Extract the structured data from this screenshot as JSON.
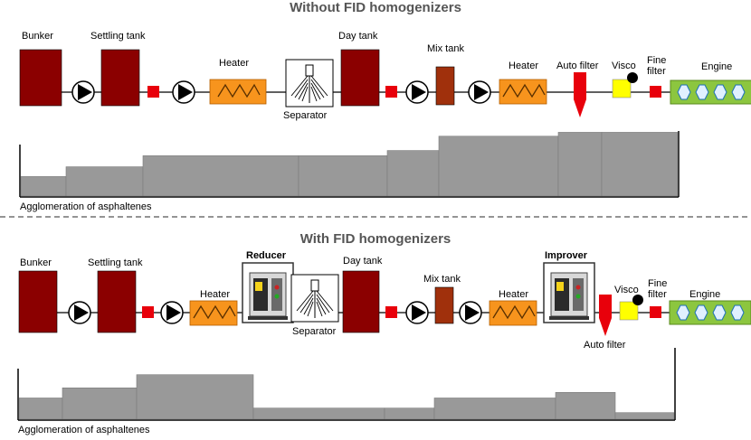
{
  "top": {
    "title": "Without FID homogenizers",
    "labels": {
      "bunker": "Bunker",
      "settling_tank": "Settling tank",
      "heater1": "Heater",
      "separator": "Separator",
      "day_tank": "Day tank",
      "mix_tank": "Mix tank",
      "heater2": "Heater",
      "auto_filter": "Auto filter",
      "visco": "Visco",
      "fine_filter_1": "Fine",
      "fine_filter_2": "filter",
      "engine": "Engine"
    },
    "agglomeration_label": "Agglomeration of asphaltenes",
    "agglomeration_levels": [
      0.3,
      0.45,
      0.62,
      0.62,
      0.7,
      0.92,
      0.98,
      0.98
    ]
  },
  "bottom": {
    "title": "With FID homogenizers",
    "labels": {
      "bunker": "Bunker",
      "settling_tank": "Settling tank",
      "reducer": "Reducer",
      "heater1": "Heater",
      "separator": "Separator",
      "day_tank": "Day tank",
      "mix_tank": "Mix tank",
      "heater2": "Heater",
      "improver": "Improver",
      "auto_filter": "Auto filter",
      "visco": "Visco",
      "fine_filter_1": "Fine",
      "fine_filter_2": "filter",
      "engine": "Engine"
    },
    "agglomeration_label": "Agglomeration of asphaltenes",
    "agglomeration_levels": [
      0.42,
      0.62,
      0.88,
      0.22,
      0.22,
      0.42,
      0.53,
      0.13
    ]
  },
  "colors": {
    "tank": "#8b0000",
    "mix_tank": "#a0300c",
    "heater": "#f7941d",
    "valve": "#e8000b",
    "visco": "#ffff00",
    "engine": "#8cc63f",
    "bar": "#999999",
    "divider": "#555555"
  }
}
